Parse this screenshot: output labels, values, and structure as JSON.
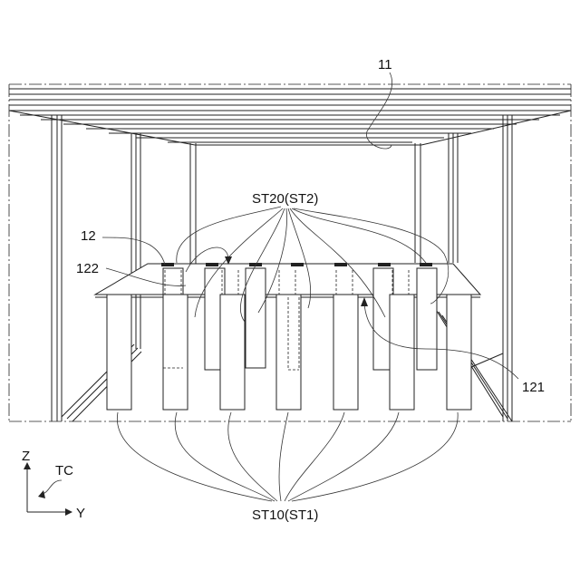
{
  "labels": {
    "ref_11": "11",
    "ref_12": "12",
    "ref_122": "122",
    "ref_121": "121",
    "st20": "ST20(ST2)",
    "st10": "ST10(ST1)",
    "axis_z": "Z",
    "axis_y": "Y",
    "axis_tc": "TC"
  }
}
